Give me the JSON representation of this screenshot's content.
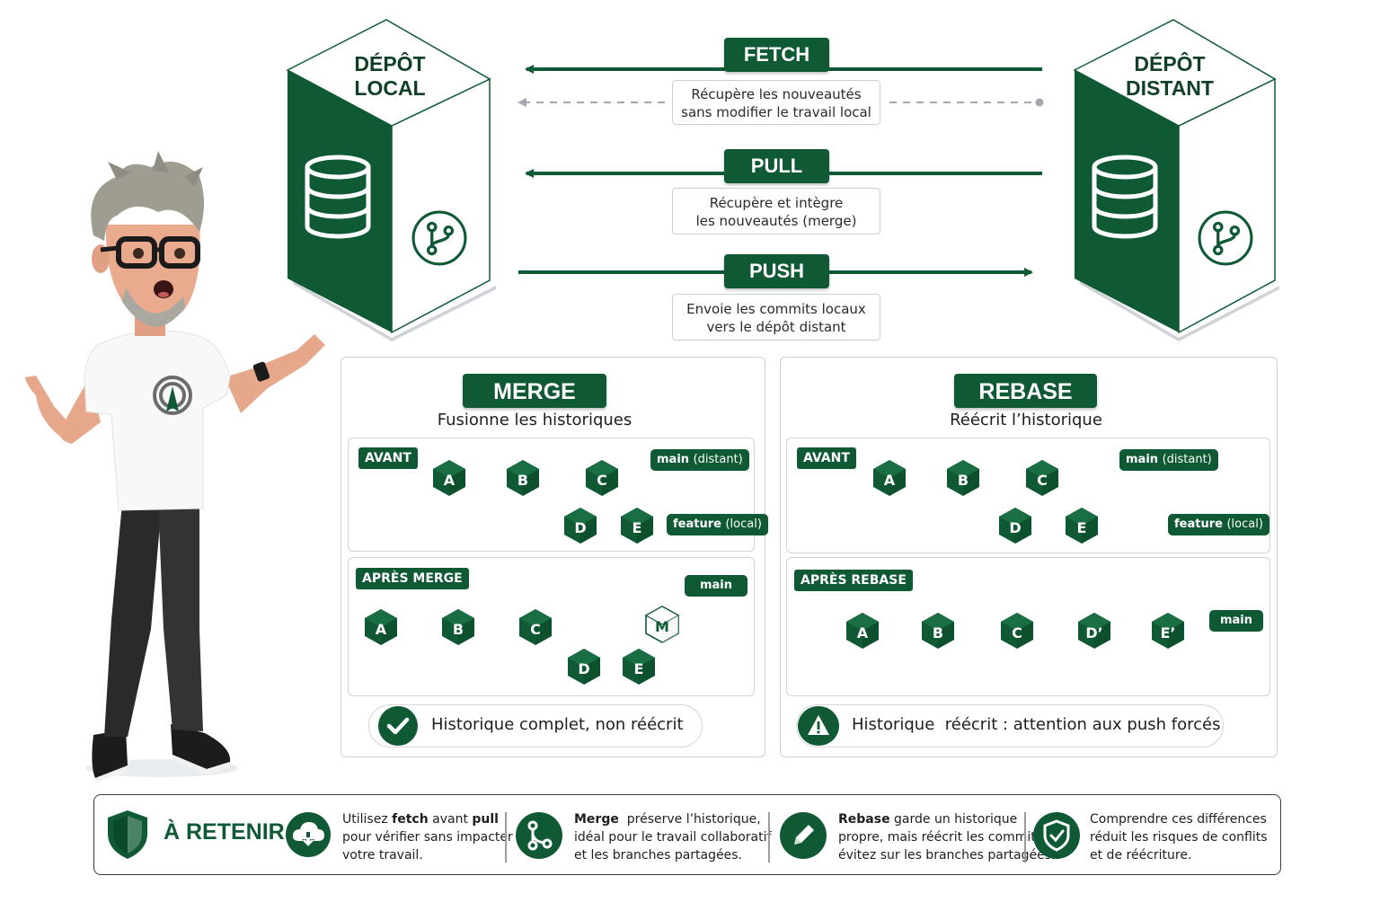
{
  "local_repo": {
    "title_line1": "DÉPÔT",
    "title_line2": "LOCAL"
  },
  "remote_repo": {
    "title_line1": "DÉPÔT",
    "title_line2": "DISTANT"
  },
  "operations": {
    "fetch": {
      "label": "FETCH",
      "desc_line1": "Récupère les nouveautés",
      "desc_line2": "sans modifier le travail local"
    },
    "pull": {
      "label": "PULL",
      "desc_line1": "Récupère et intègre",
      "desc_line2": "les nouveautés (merge)"
    },
    "push": {
      "label": "PUSH",
      "desc_line1": "Envoie les commits locaux",
      "desc_line2": "vers le dépôt distant"
    }
  },
  "merge": {
    "title": "MERGE",
    "subtitle": "Fusionne les historiques",
    "before_tag": "AVANT",
    "after_tag": "APRÈS MERGE",
    "before": {
      "commits": [
        "A",
        "B",
        "C",
        "D",
        "E"
      ],
      "main_branch": "main",
      "main_suffix": "(distant)",
      "feature_branch": "feature",
      "feature_suffix": "(local)"
    },
    "after": {
      "commits": [
        "A",
        "B",
        "C",
        "D",
        "E"
      ],
      "merge_commit": "M",
      "main_branch": "main"
    },
    "status": "Historique complet, non réécrit"
  },
  "rebase": {
    "title": "REBASE",
    "subtitle": "Réécrit l’historique",
    "before_tag": "AVANT",
    "after_tag": "APRÈS REBASE",
    "before": {
      "commits": [
        "A",
        "B",
        "C",
        "D",
        "E"
      ],
      "main_branch": "main",
      "main_suffix": "(distant)",
      "feature_branch": "feature",
      "feature_suffix": "(local)"
    },
    "after": {
      "commits": [
        "A",
        "B",
        "C",
        "D’",
        "E’"
      ],
      "main_branch": "main"
    },
    "status": "Historique  réécrit : attention aux push forcés"
  },
  "takeaways": {
    "title": "À RETENIR",
    "tips": [
      {
        "icon": "cloud-download-icon",
        "pre": "Utilisez ",
        "bold1": "fetch",
        "mid": " avant ",
        "bold2": "pull",
        "line2": "pour vérifier sans impacter",
        "line3": "votre travail."
      },
      {
        "icon": "branch-icon",
        "bold": "Merge",
        "rest": "  préserve l’historique,",
        "line2": "idéal pour le travail collaboratif",
        "line3": "et les branches partagées."
      },
      {
        "icon": "pencil-icon",
        "bold": "Rebase",
        "rest": " garde un historique",
        "line2": "propre, mais réécrit les commits :",
        "line3": "évitez sur les branches partagées."
      },
      {
        "icon": "shield-check-icon",
        "line1": "Comprendre ces différences",
        "line2": "réduit les risques de conflits",
        "line3": "et de réécriture."
      }
    ]
  },
  "colors": {
    "brand_green": "#0f5a35",
    "dark_green": "#0a4a2a",
    "border_gray": "#cfcfcf",
    "connector_gray": "#8a8f97"
  }
}
